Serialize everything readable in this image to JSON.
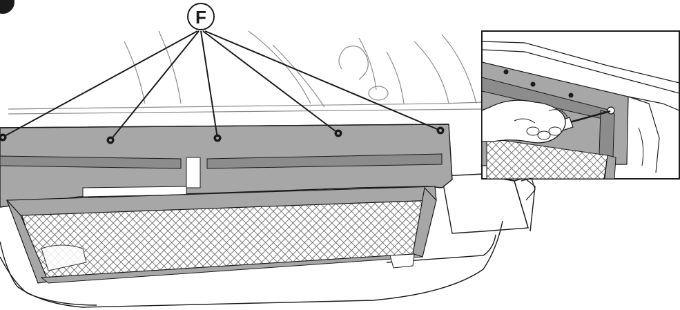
{
  "callout": {
    "label": "F"
  },
  "colors": {
    "panel": "#a7a7a7",
    "panel_dark": "#8c8c8c",
    "outline": "#1a1a1a",
    "sketch": "#8a8a8a",
    "mesh": "#6a6a6a",
    "background": "#ffffff"
  },
  "screws": [
    {
      "name": "screw-1"
    },
    {
      "name": "screw-2"
    },
    {
      "name": "screw-3"
    },
    {
      "name": "screw-4"
    },
    {
      "name": "screw-5"
    }
  ]
}
